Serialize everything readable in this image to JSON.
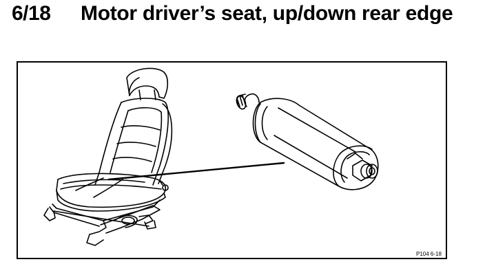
{
  "header": {
    "section_number": "6/18",
    "section_title": "Motor driver’s seat, up/down rear edge"
  },
  "figure": {
    "reference_code": "P104  6-18",
    "illustration_icons": [
      "seat-illustration",
      "motor-illustration",
      "leader-line"
    ]
  }
}
